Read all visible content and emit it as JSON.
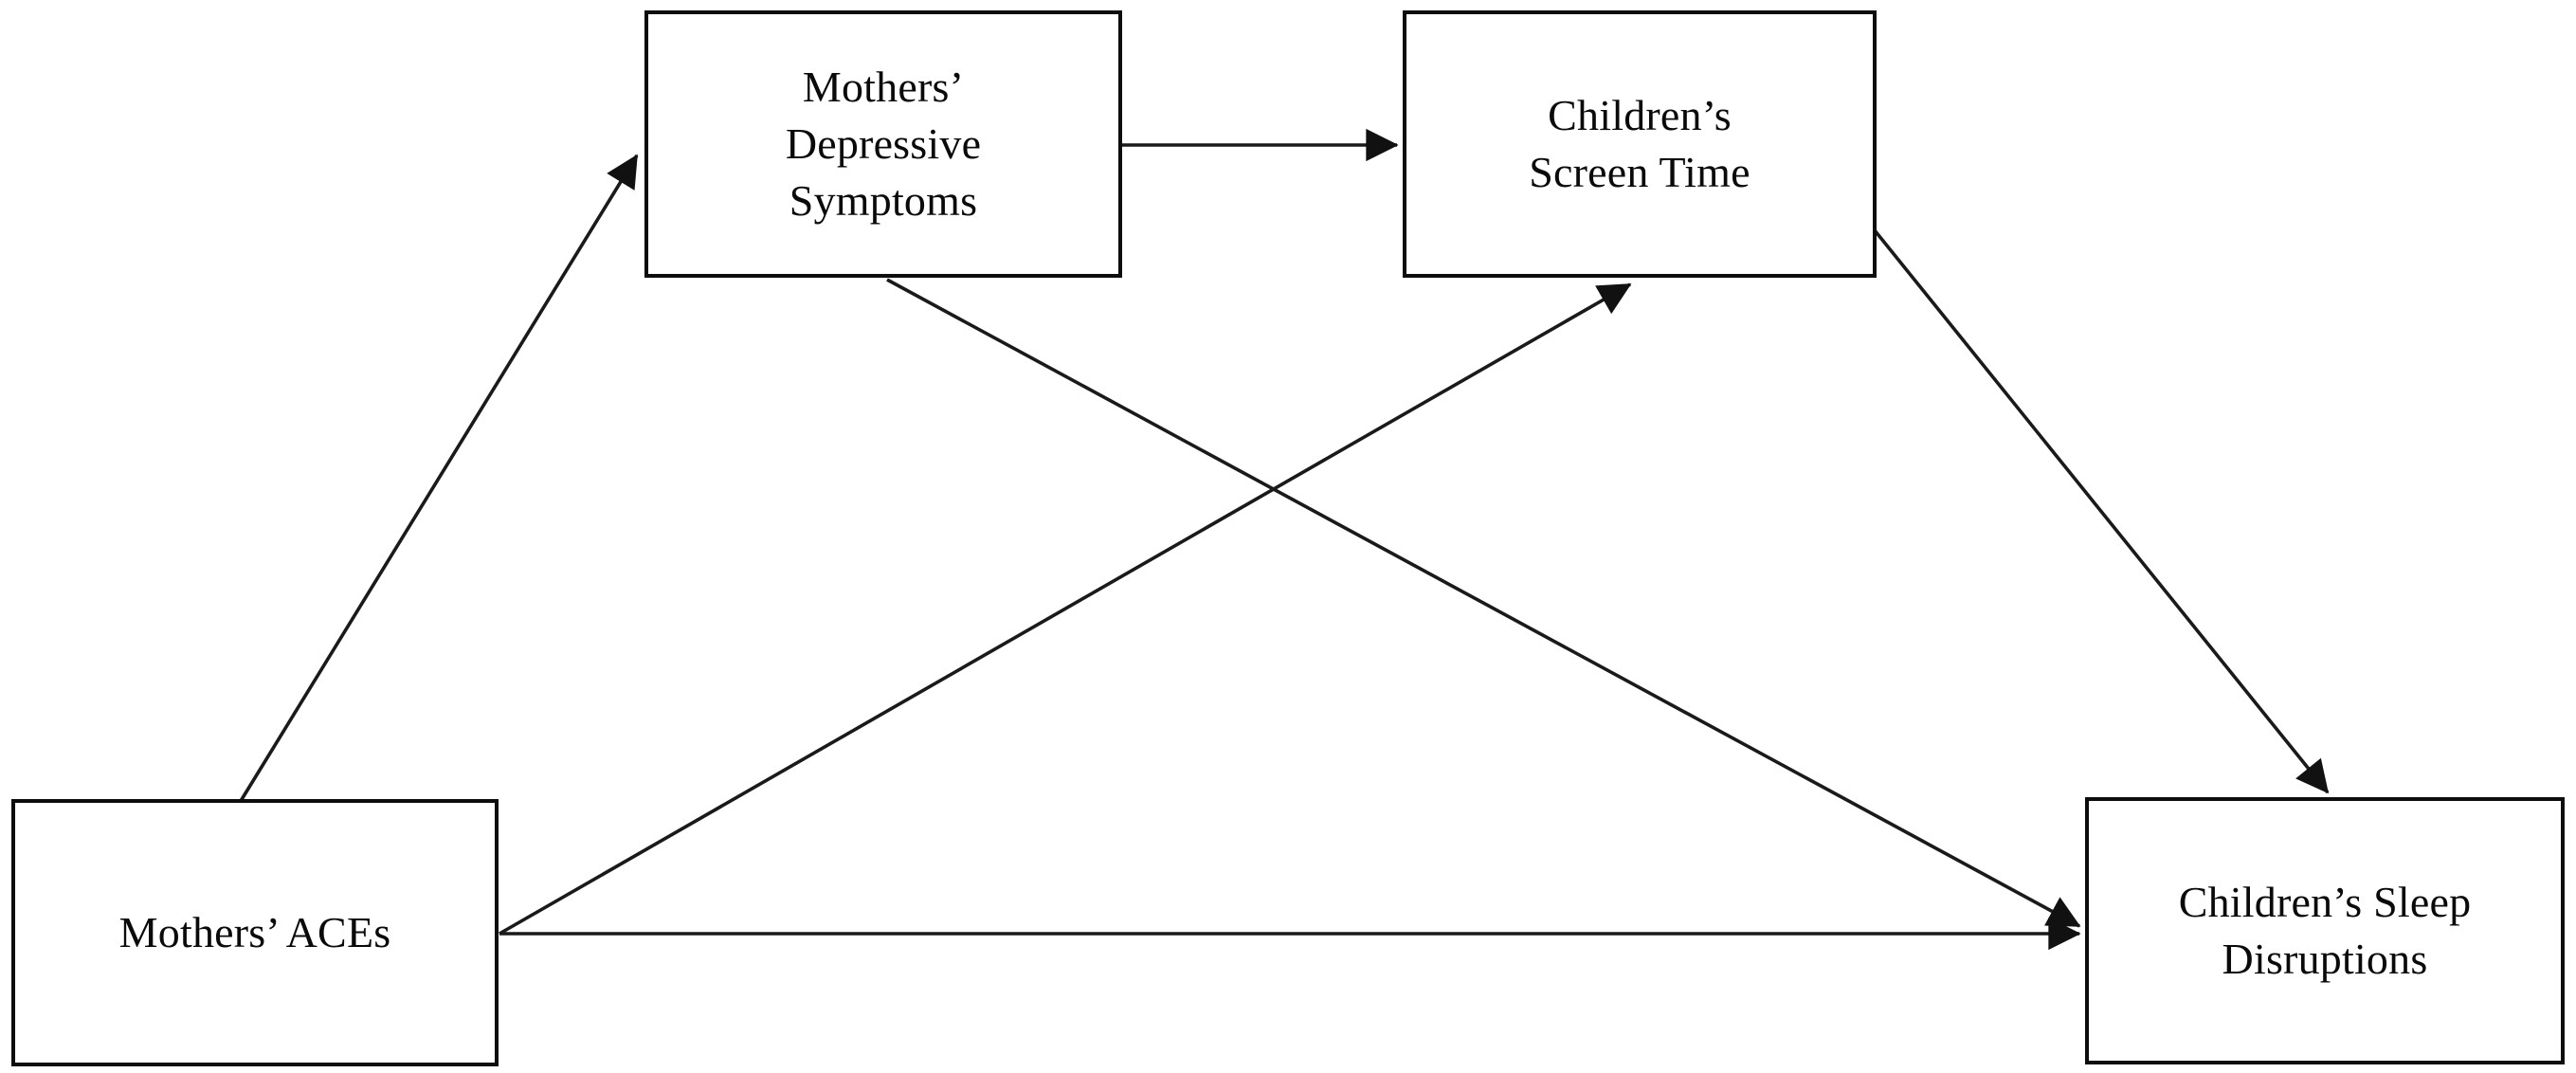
{
  "diagram": {
    "type": "path-model",
    "background_color": "#ffffff",
    "line_color": "#1a1a1a",
    "border_color": "#0d0d0d",
    "nodes": [
      {
        "id": "mothers-depressive-symptoms",
        "label": "Mothers’\nDepressive\nSymptoms",
        "lines": [
          "Mothers’",
          "Depressive",
          "Symptoms"
        ]
      },
      {
        "id": "childrens-screen-time",
        "label": "Children’s\nScreen Time",
        "lines": [
          "Children’s",
          "Screen Time"
        ]
      },
      {
        "id": "mothers-aces",
        "label": "Mothers’ ACEs",
        "lines": [
          "Mothers’ ACEs"
        ]
      },
      {
        "id": "childrens-sleep-disruptions",
        "label": "Children’s Sleep\nDisruptions",
        "lines": [
          "Children’s Sleep",
          "Disruptions"
        ]
      }
    ],
    "edges": [
      {
        "id": "aces-to-depressive",
        "from": "mothers-aces",
        "to": "mothers-depressive-symptoms",
        "style": "solid",
        "arrow": "single"
      },
      {
        "id": "depressive-to-screen",
        "from": "mothers-depressive-symptoms",
        "to": "childrens-screen-time",
        "style": "solid",
        "arrow": "single"
      },
      {
        "id": "aces-to-screen",
        "from": "mothers-aces",
        "to": "childrens-screen-time",
        "style": "solid",
        "arrow": "single"
      },
      {
        "id": "depressive-to-sleep",
        "from": "mothers-depressive-symptoms",
        "to": "childrens-sleep-disruptions",
        "style": "solid",
        "arrow": "single"
      },
      {
        "id": "aces-to-sleep",
        "from": "mothers-aces",
        "to": "childrens-sleep-disruptions",
        "style": "solid",
        "arrow": "single"
      },
      {
        "id": "screen-to-sleep",
        "from": "childrens-screen-time",
        "to": "childrens-sleep-disruptions",
        "style": "solid",
        "arrow": "single"
      }
    ]
  }
}
